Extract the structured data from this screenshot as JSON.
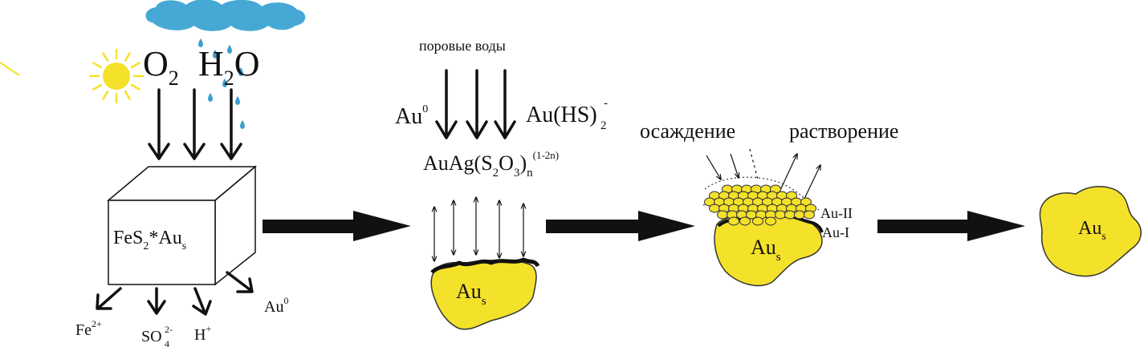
{
  "colors": {
    "gold": "#f4e12a",
    "gold_outline": "#333333",
    "sun": "#f4e12a",
    "cloud": "#46a8d4",
    "rain": "#3d9fd0",
    "ink": "#111111"
  },
  "icons": {
    "sun": "sun-icon",
    "cloud": "rain-cloud-icon"
  },
  "stage1": {
    "inputs": {
      "oxygen": {
        "base": "O",
        "sub": "2"
      },
      "water": {
        "base1": "H",
        "sub": "2",
        "base2": "O"
      }
    },
    "mineral": {
      "base1": "FeS",
      "sub1": "2",
      "mid": "*Au",
      "sub2": "s"
    },
    "products": [
      {
        "base": "Fe",
        "sup": "2+",
        "sub": ""
      },
      {
        "base": "SO",
        "sup": "2-",
        "sub": "4"
      },
      {
        "base": "H",
        "sup": "+",
        "sub": ""
      },
      {
        "base": "Au",
        "sup": "0",
        "sub": ""
      }
    ]
  },
  "stage2": {
    "pore_water_label": "поровые воды",
    "au0": {
      "base": "Au",
      "sup": "0"
    },
    "au_hs": {
      "base": "Au(HS)",
      "sub": "2",
      "sup": "-"
    },
    "thiosulfate": {
      "b1": "AuAg(S",
      "s1": "2",
      "b2": "O",
      "s2": "3",
      "b3": ")",
      "s3": "n",
      "sup": "(1-2n)"
    },
    "grain": {
      "base": "Au",
      "sub": "s"
    }
  },
  "stage3": {
    "deposition_label": "осаждение",
    "dissolution_label": "растворение",
    "au2_label": "Au-II",
    "au1_label": "Au-I",
    "grain": {
      "base": "Au",
      "sub": "s"
    }
  },
  "stage4": {
    "grain": {
      "base": "Au",
      "sub": "s"
    }
  }
}
